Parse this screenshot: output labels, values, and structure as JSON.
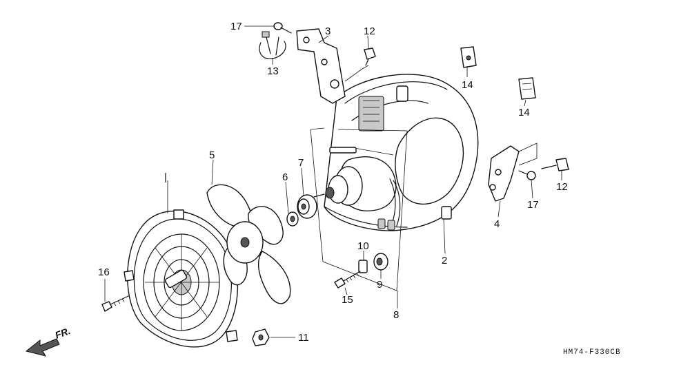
{
  "callouts": {
    "c2": "2",
    "c3": "3",
    "c4": "4",
    "c5": "5",
    "c6": "6",
    "c7": "7",
    "c8": "8",
    "c9": "9",
    "c10": "10",
    "c11": "11",
    "c12a": "12",
    "c12b": "12",
    "c13": "13",
    "c14a": "14",
    "c14b": "14",
    "c15": "15",
    "c16": "16",
    "c17a": "17",
    "c17b": "17"
  },
  "direction_label": "FR.",
  "drawing_code": "HM74-F330CB"
}
